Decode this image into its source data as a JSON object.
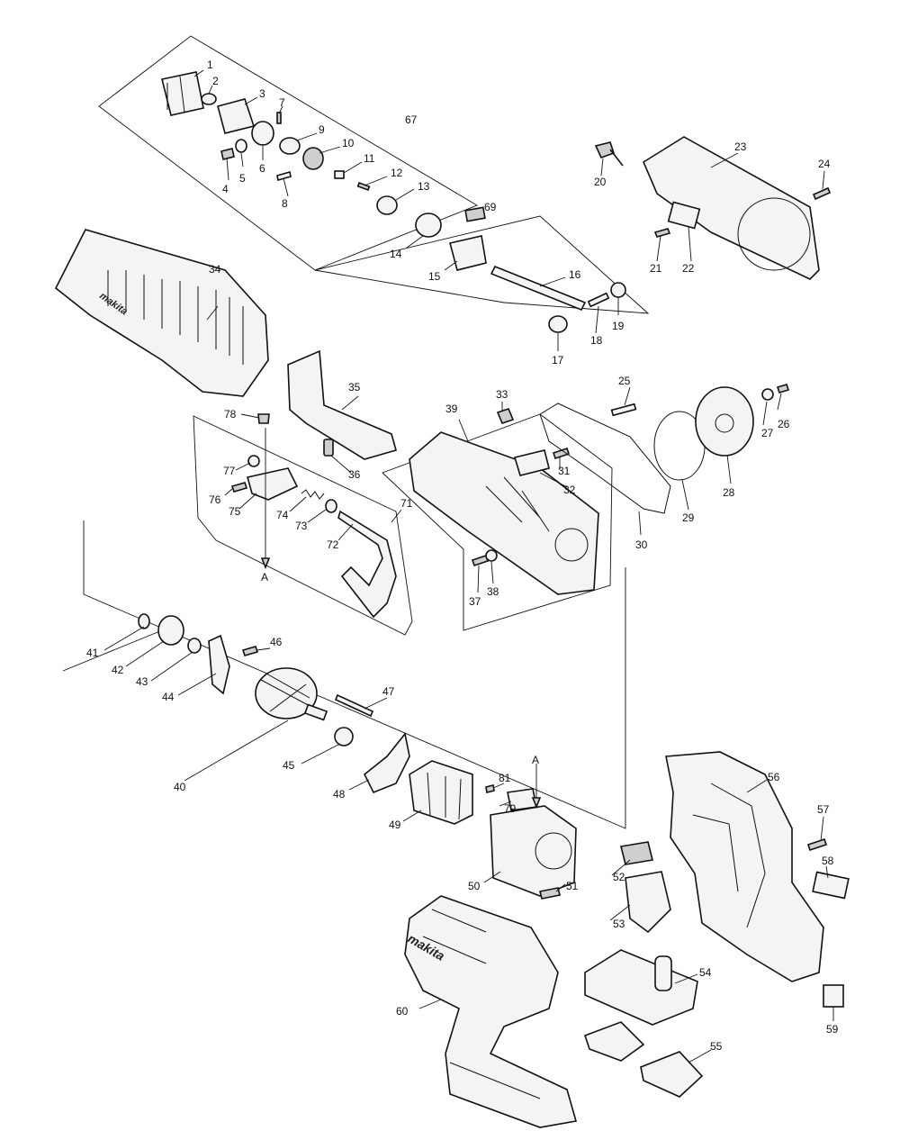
{
  "brand_text": "makita",
  "labels": {
    "p1": "1",
    "p2": "2",
    "p3": "3",
    "p4": "4",
    "p5": "5",
    "p6": "6",
    "p7": "7",
    "p8": "8",
    "p9": "9",
    "p10": "10",
    "p11": "11",
    "p12": "12",
    "p13": "13",
    "p14": "14",
    "p15": "15",
    "p16": "16",
    "p17": "17",
    "p18": "18",
    "p19": "19",
    "p20": "20",
    "p21": "21",
    "p22": "22",
    "p23": "23",
    "p24": "24",
    "p25": "25",
    "p26": "26",
    "p27": "27",
    "p28": "28",
    "p29": "29",
    "p30": "30",
    "p31": "31",
    "p32": "32",
    "p33": "33",
    "p34": "34",
    "p35": "35",
    "p36": "36",
    "p37": "37",
    "p38": "38",
    "p39": "39",
    "p40": "40",
    "p41": "41",
    "p42": "42",
    "p43": "43",
    "p44": "44",
    "p45": "45",
    "p46": "46",
    "p47": "47",
    "p48": "48",
    "p49": "49",
    "p50": "50",
    "p51": "51",
    "p52": "52",
    "p53": "53",
    "p54": "54",
    "p55": "55",
    "p56": "56",
    "p57": "57",
    "p58": "58",
    "p59": "59",
    "p60": "60",
    "p67": "67",
    "p69": "69",
    "p71": "71",
    "p72": "72",
    "p73": "73",
    "p74": "74",
    "p75": "75",
    "p76": "76",
    "p77": "77",
    "p78": "78",
    "p79": "79",
    "p81": "81",
    "refA1": "A",
    "refA2": "A"
  }
}
